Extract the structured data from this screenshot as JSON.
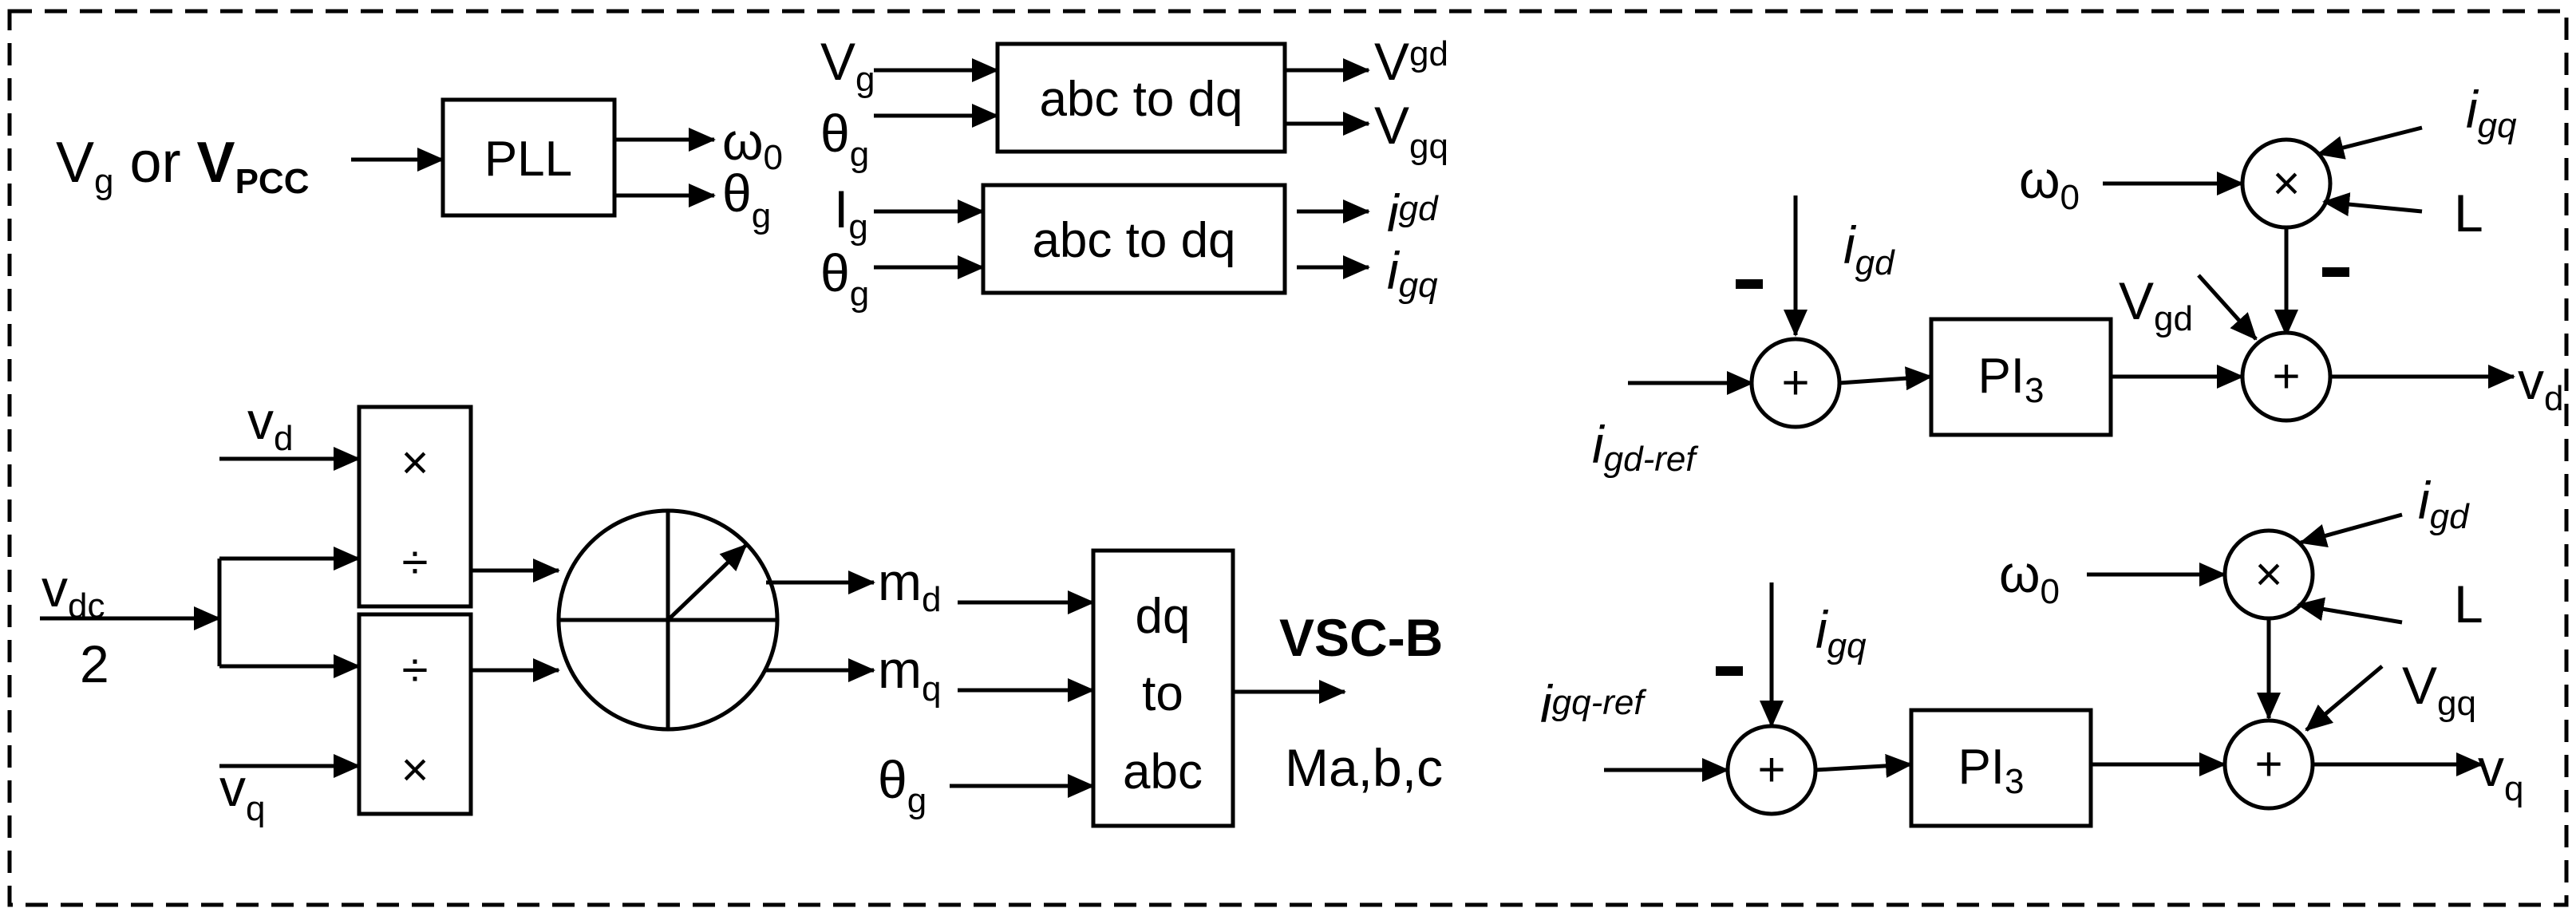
{
  "pll": {
    "input_main": "V",
    "input_main_sub": "g",
    "input_or": " or ",
    "input_alt": "V",
    "input_alt_sub": "PCC",
    "block": "PLL",
    "out_w": "ω",
    "out_w_sub": "0",
    "out_theta": "θ",
    "out_theta_sub": "g"
  },
  "abc_dq_v": {
    "block": "abc to dq",
    "in1": "V",
    "in1_sub": "g",
    "in2": "θ",
    "in2_sub": "g",
    "out1": "V",
    "out1_sub": "gd",
    "out2": "V",
    "out2_sub": "gq"
  },
  "abc_dq_i": {
    "block": "abc to dq",
    "in1": "I",
    "in1_sub": "g",
    "in2": "θ",
    "in2_sub": "g",
    "out1": "i",
    "out1_sub": "gd",
    "out2": "i",
    "out2_sub": "gq"
  },
  "modulation": {
    "vd": "v",
    "vd_sub": "d",
    "vq": "v",
    "vq_sub": "q",
    "vdc": "v",
    "vdc_sub": "dc",
    "vdc_den": "2",
    "mult": "×",
    "div": "÷",
    "md": "m",
    "md_sub": "d",
    "mq": "m",
    "mq_sub": "q",
    "theta": "θ",
    "theta_sub": "g",
    "dq_line1": "dq",
    "dq_line2": "to",
    "dq_line3": "abc",
    "vsc": "VSC-B",
    "out": "Ma,b,c"
  },
  "d_loop": {
    "w": "ω",
    "w_sub": "0",
    "i_cross": "i",
    "i_cross_sub": "gq",
    "L": "L",
    "mult": "×",
    "minus": "−",
    "i_fb": "i",
    "i_fb_sub": "gd",
    "i_ref": "i",
    "i_ref_sub": "gd-ref",
    "sum": "+",
    "pi": "PI",
    "pi_sub": "3",
    "vg": "V",
    "vg_sub": "gd",
    "out": "v",
    "out_sub": "d"
  },
  "q_loop": {
    "w": "ω",
    "w_sub": "0",
    "i_cross": "i",
    "i_cross_sub": "gd",
    "L": "L",
    "mult": "×",
    "minus": "−",
    "i_fb": "i",
    "i_fb_sub": "gq",
    "i_ref": "i",
    "i_ref_sub": "gq-ref",
    "sum": "+",
    "pi": "PI",
    "pi_sub": "3",
    "vg": "V",
    "vg_sub": "gq",
    "out": "v",
    "out_sub": "q"
  }
}
